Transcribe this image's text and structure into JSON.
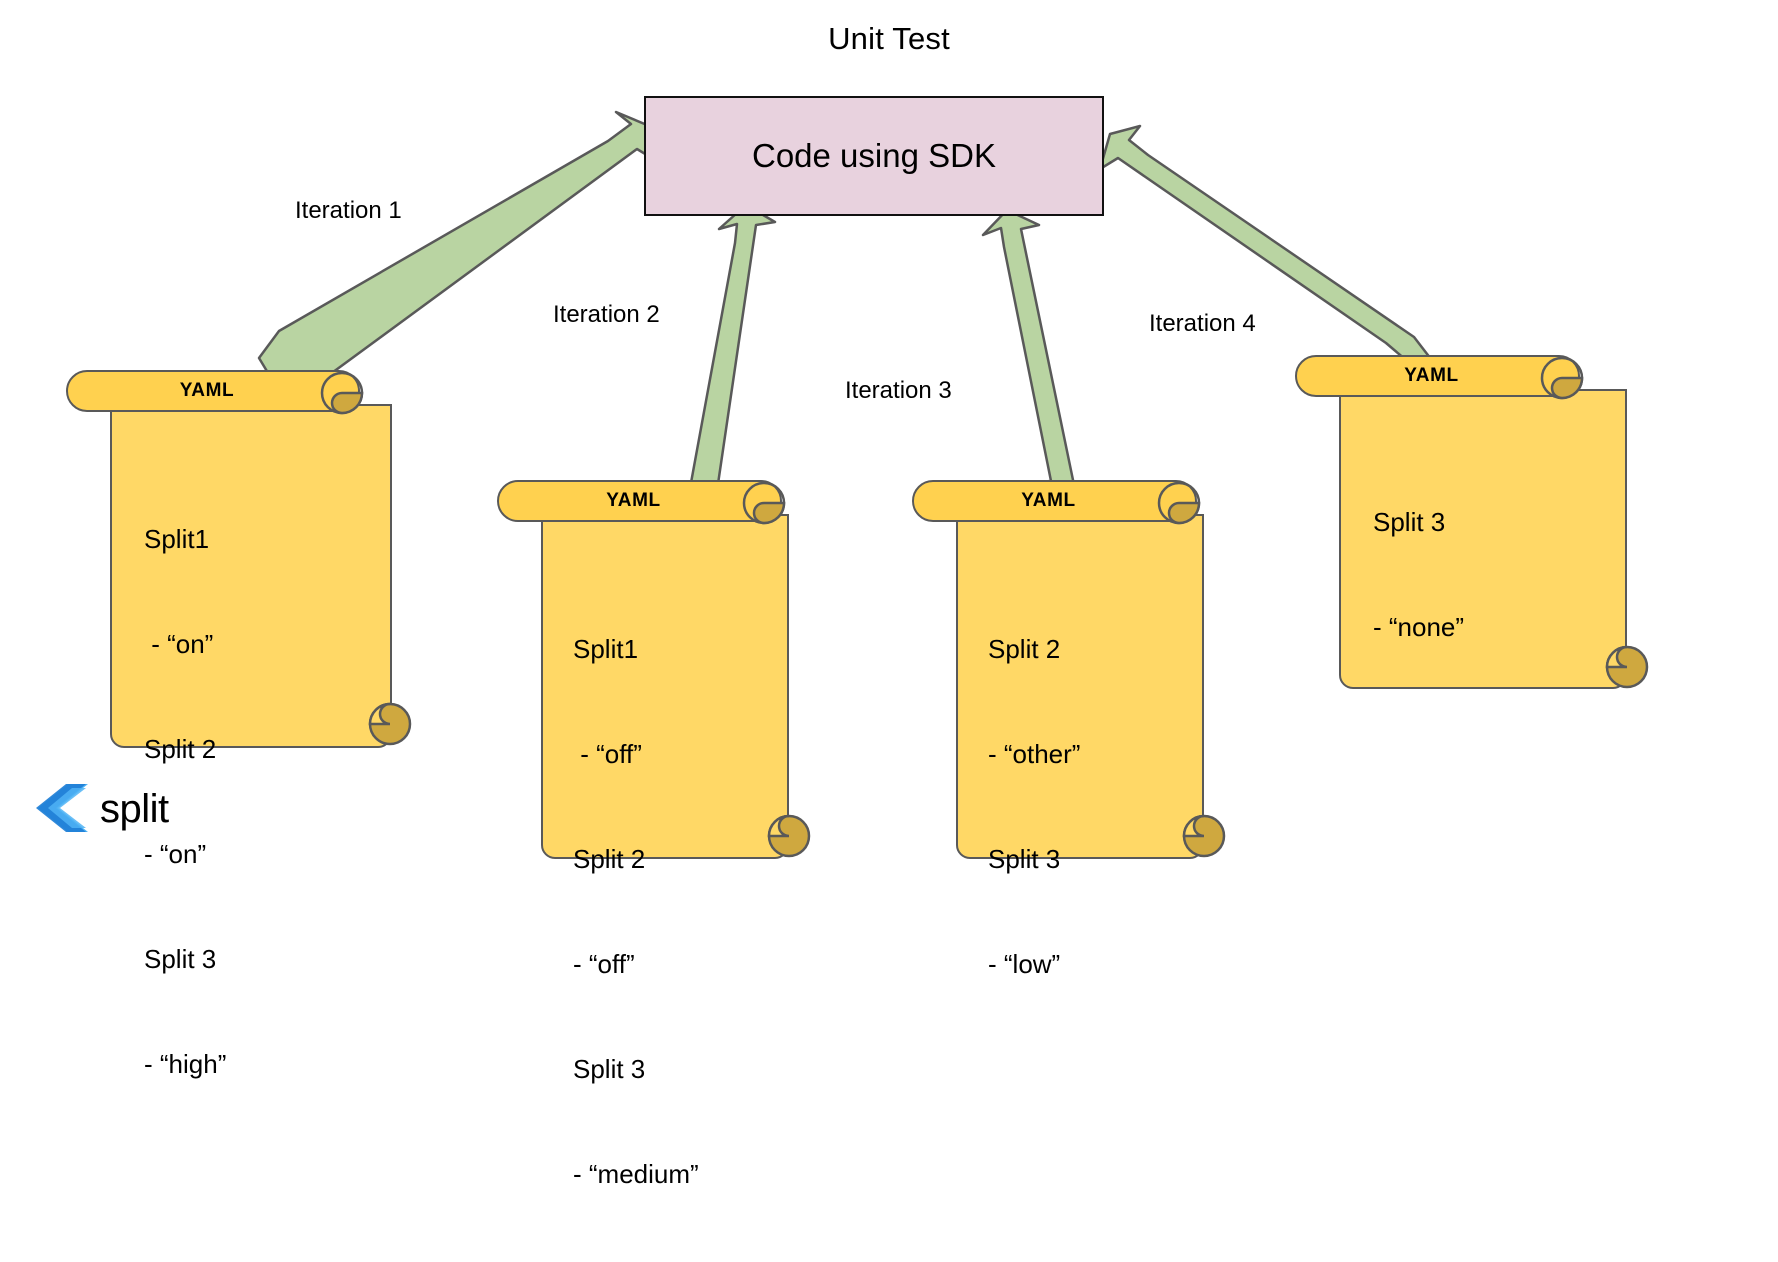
{
  "title": "Unit Test",
  "center_node": {
    "label": "Code using SDK",
    "fill": "#e8d2de",
    "stroke": "#111111"
  },
  "arrows": {
    "fill": "#b9d4a2",
    "stroke": "#595959",
    "labels": [
      {
        "id": "iteration-1",
        "text": "Iteration 1"
      },
      {
        "id": "iteration-2",
        "text": "Iteration 2"
      },
      {
        "id": "iteration-3",
        "text": "Iteration 3"
      },
      {
        "id": "iteration-4",
        "text": "Iteration 4"
      }
    ]
  },
  "scrolls": [
    {
      "id": "yaml-scroll-1",
      "header": "YAML",
      "lines": [
        "Split1",
        " - “on”",
        "Split 2",
        "- “on”",
        "Split 3",
        "- “high”"
      ]
    },
    {
      "id": "yaml-scroll-2",
      "header": "YAML",
      "lines": [
        "Split1",
        " - “off”",
        "Split 2",
        "- “off”",
        "Split 3",
        "- “medium”"
      ]
    },
    {
      "id": "yaml-scroll-3",
      "header": "YAML",
      "lines": [
        "Split 2",
        "- “other”",
        "Split 3",
        "- “low”"
      ]
    },
    {
      "id": "yaml-scroll-4",
      "header": "YAML",
      "lines": [
        "Split 3",
        "- “none”"
      ]
    }
  ],
  "logo": {
    "text": "split",
    "color_dark": "#1f7fd6",
    "color_light": "#4fb3f5"
  },
  "colors": {
    "scroll_fill": "#ffd866",
    "scroll_head_fill": "#ffd14f",
    "scroll_stroke": "#595959",
    "curl_fill": "#cfa83f",
    "background": "#ffffff"
  }
}
